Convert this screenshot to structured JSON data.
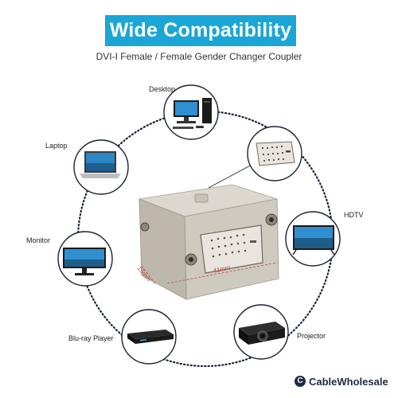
{
  "banner": {
    "title": "Wide Compatibility"
  },
  "subtitle": "DVI-I Female / Female Gender Changer Coupler",
  "devices": {
    "desktop": "Desktop",
    "laptop": "Laptop",
    "monitor": "Monitor",
    "bluray": "Blu-ray Player",
    "projector": "Projector",
    "hdtv": "HDTV"
  },
  "dimensions": {
    "width": "41mm",
    "height": "15mm"
  },
  "brand": {
    "name": "CableWholesale",
    "mark": "C"
  },
  "colors": {
    "banner": "#1aa6d6",
    "ring": "#1a2238",
    "dimension": "#c04848"
  }
}
